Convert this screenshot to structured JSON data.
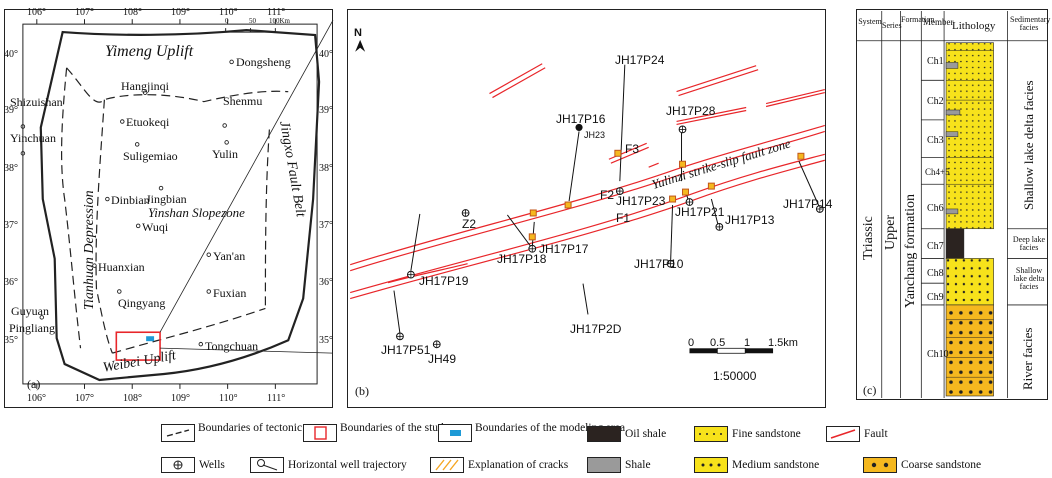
{
  "panel_a": {
    "label": "(a)",
    "lon_ticks": [
      "106°",
      "107°",
      "108°",
      "109°",
      "110°",
      "111°"
    ],
    "lat_ticks": [
      "40°",
      "39°",
      "38°",
      "37°",
      "36°",
      "35°"
    ],
    "scale_ticks": [
      "0",
      "50",
      "100Km"
    ],
    "tectonic_units": {
      "yimeng": "Yimeng Uplift",
      "tianhuan": "Tianhuan Depression",
      "yishan": "Yinshan Slopezone",
      "jinxi": "Jingxo Fault Belt",
      "weibei": "Weibei Uplift"
    },
    "cities": {
      "dongsheng": "Dongsheng",
      "hangjinqi": "Hangjinqi",
      "shizuishan": "Shizuishan",
      "shenmu": "Shenmu",
      "etuokeqi": "Etuokeqi",
      "yinchuan": "Yinchuan",
      "suligemiao": "Suligemiao",
      "yulin": "Yulin",
      "jingbian": "Jingbian",
      "dinbian": "Dinbian",
      "wuqi": "Wuqi",
      "yanan": "Yan'an",
      "huanxian": "Huanxian",
      "qingyang": "Qingyang",
      "fuxian": "Fuxian",
      "guyuan": "Guyuan",
      "pingliang": "Pingliang",
      "tongchuan": "Tongchuan"
    }
  },
  "panel_b": {
    "label": "(b)",
    "north": "N",
    "scale_ticks": [
      "0",
      "0.5",
      "1",
      "1.5km"
    ],
    "scale_ratio": "1:50000",
    "fault_zone": "Yulinzi strike-slip fault zone",
    "faults": {
      "f1": "F1",
      "f2": "F2",
      "f3": "F3"
    },
    "wells": {
      "p24": "JH17P24",
      "p28": "JH17P28",
      "p16": "JH17P16",
      "jh23": "JH23",
      "p23": "JH17P23",
      "p21": "JH17P21",
      "p13": "JH17P13",
      "p14": "JH17P14",
      "z2": "Z2",
      "p17": "JH17P17",
      "p18": "JH17P18",
      "p10": "JH17P10",
      "p19": "JH17P19",
      "p2d": "JH17P2D",
      "p51": "JH17P51",
      "jh49": "JH49"
    }
  },
  "panel_c": {
    "label": "(c)",
    "headers": {
      "system": "System",
      "series": "Series",
      "formation": "Formation",
      "member": "Member",
      "lithology": "Lithology",
      "facies": "Sedimentary facies"
    },
    "system": "Triassic",
    "series": "Upper",
    "formation": "Yanchang formation",
    "members": [
      "Ch1",
      "Ch2",
      "Ch3",
      "Ch4+5",
      "Ch6",
      "Ch7",
      "Ch8",
      "Ch9",
      "Ch10"
    ],
    "facies": {
      "shallow_lake": "Shallow lake delta facies",
      "deep_lake": "Deep lake facies",
      "shallow_lake2": "Shallow lake delta facies",
      "river": "River facies"
    }
  },
  "legend": {
    "tectonic": "Boundaries of tectonic zones",
    "study_area": "Boundaries of the study area",
    "modeling_area": "Boundaries of the modeling area",
    "oil_shale": "Oil shale",
    "fine_sandstone": "Fine sandstone",
    "fault": "Fault",
    "wells": "Wells",
    "horizontal_well": "Horizontal well trajectory",
    "cracks": "Explanation of cracks",
    "shale": "Shale",
    "medium_sandstone": "Medium sandstone",
    "coarse_sandstone": "Coarse sandstone"
  },
  "colors": {
    "fault_red": "#e8262a",
    "sand_yellow": "#f7e21b",
    "coarse_orange": "#f5b81f",
    "oil_shale": "#2b2320",
    "shale_gray": "#9a9a9a",
    "modeling_blue": "#1e9ad6"
  }
}
